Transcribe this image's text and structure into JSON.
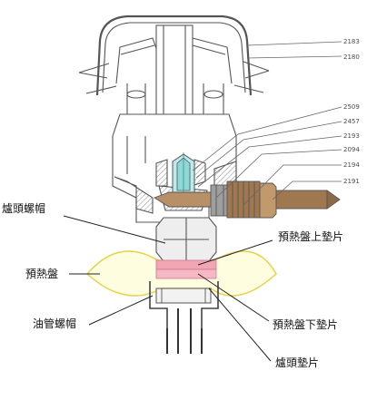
{
  "part_numbers": {
    "p2183": "2183",
    "p2180": "2180",
    "p2509": "2509",
    "p2457": "2457",
    "p2193": "2193",
    "p2094": "2094",
    "p2194": "2194",
    "p2191": "2191"
  },
  "labels": {
    "burner_head_nut": "爐頭螺帽",
    "preheat_upper_gasket": "預熱盤上墊片",
    "preheat_pan": "預熱盤",
    "fuel_pipe_nut": "油管螺帽",
    "preheat_lower_gasket": "預熱盤下墊片",
    "burner_head_gasket": "爐頭墊片"
  },
  "colors": {
    "line": "#555555",
    "hatch": "#8a8a8a",
    "nozzle_cyan": "#8ed8d8",
    "rod_brown": "#a07850",
    "upper_gasket_pink": "#f2a6b4",
    "lower_gasket_pink": "#f6b8c4",
    "preheat_pan_yellow": "#e4d24a",
    "leader": "#222222"
  }
}
